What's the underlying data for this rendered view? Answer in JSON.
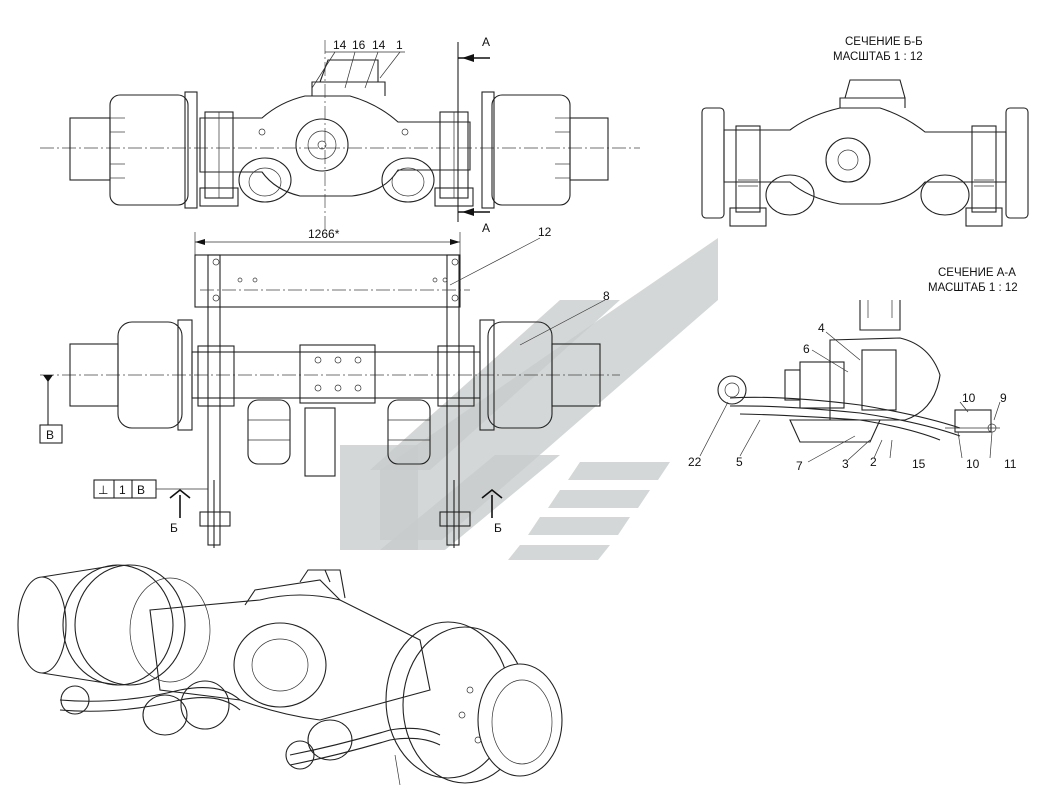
{
  "sections": {
    "bb": {
      "title": "СЕЧЕНИЕ Б-Б",
      "scale": "МАСШТАБ 1 : 12"
    },
    "aa": {
      "title": "СЕЧЕНИЕ А-А",
      "scale": "МАСШТАБ 1 : 12"
    }
  },
  "dimension": "1266*",
  "view_letters": {
    "a_top": "А",
    "a_bottom": "А",
    "b_left": "Б",
    "b_right": "Б",
    "base": "В"
  },
  "tolerance_frame": {
    "symbol": "⊥",
    "value": "1",
    "datum": "В"
  },
  "callouts_top": [
    "14",
    "16",
    "14",
    "1"
  ],
  "callouts_plan": [
    "12",
    "8"
  ],
  "callouts_section_aa": [
    "4",
    "6",
    "10",
    "9",
    "22",
    "5",
    "7",
    "3",
    "2",
    "15",
    "10",
    "11"
  ],
  "watermark_color": "#c8cccc"
}
